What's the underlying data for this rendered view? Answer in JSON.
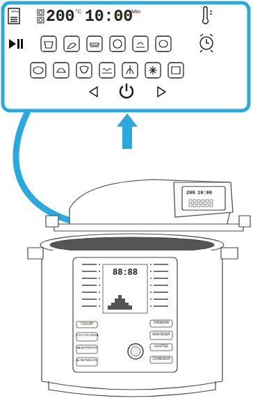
{
  "diagram": {
    "labels": [
      "MENU",
      "200",
      "°C",
      "10:00",
      "Min",
      "200",
      "10:00",
      "88:88",
      "YOGURT",
      "COCCIÓN LENTA",
      "BAJA PRESIÓN",
      "ALTA PRESIÓN",
      "ORDENAR",
      "MANTENER",
      "AJUSTES",
      "COMENZAR"
    ]
  }
}
